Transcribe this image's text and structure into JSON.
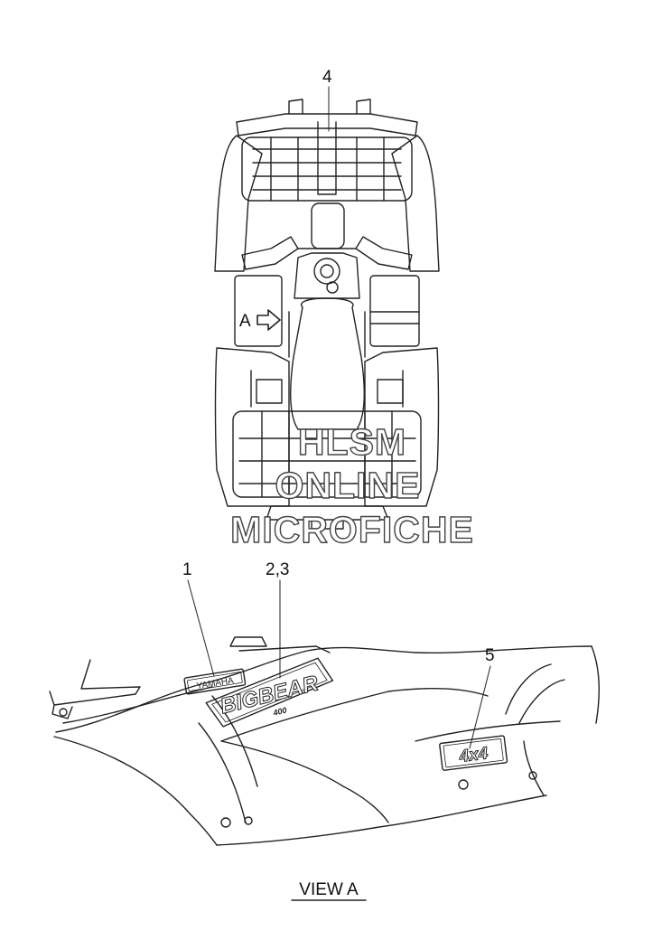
{
  "callouts": {
    "top_view": "4",
    "decal_yamaha": "1",
    "decal_bigbear": "2,3",
    "decal_4x4": "5"
  },
  "view_marker": {
    "letter": "A"
  },
  "view_caption": "VIEW A",
  "watermark": {
    "line1": "HLSM",
    "line2": "ONLINE",
    "line3": "MICROFICHE"
  },
  "decal_text": {
    "yamaha": "YAMAHA",
    "bigbear": "BIGBEAR",
    "bigbear_sub": "400",
    "four_by_four": "4x4"
  }
}
